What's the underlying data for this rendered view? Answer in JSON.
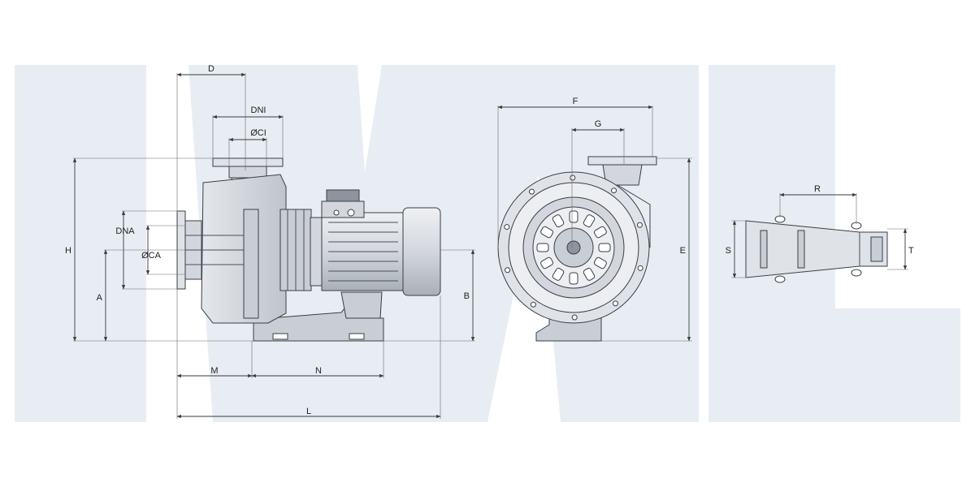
{
  "colors": {
    "watermark": "#e8edf3",
    "body_light": "#dfe3e8",
    "body_mid": "#c9ced5",
    "body_dark": "#9aa1aa",
    "outline": "#3a3f46",
    "dim_line": "#3a3a3a"
  },
  "watermark": {
    "type": "logo",
    "text": "IML"
  },
  "side_view": {
    "labels": {
      "D": "D",
      "DNI": "DNI",
      "CI": "ØCI",
      "DNA": "DNA",
      "CA": "ØCA",
      "H": "H",
      "A": "A",
      "B": "B",
      "M": "M",
      "N": "N",
      "L": "L"
    }
  },
  "front_view": {
    "labels": {
      "F": "F",
      "G": "G",
      "E": "E"
    }
  },
  "foot_view": {
    "labels": {
      "R": "R",
      "S": "S",
      "T": "T"
    }
  }
}
